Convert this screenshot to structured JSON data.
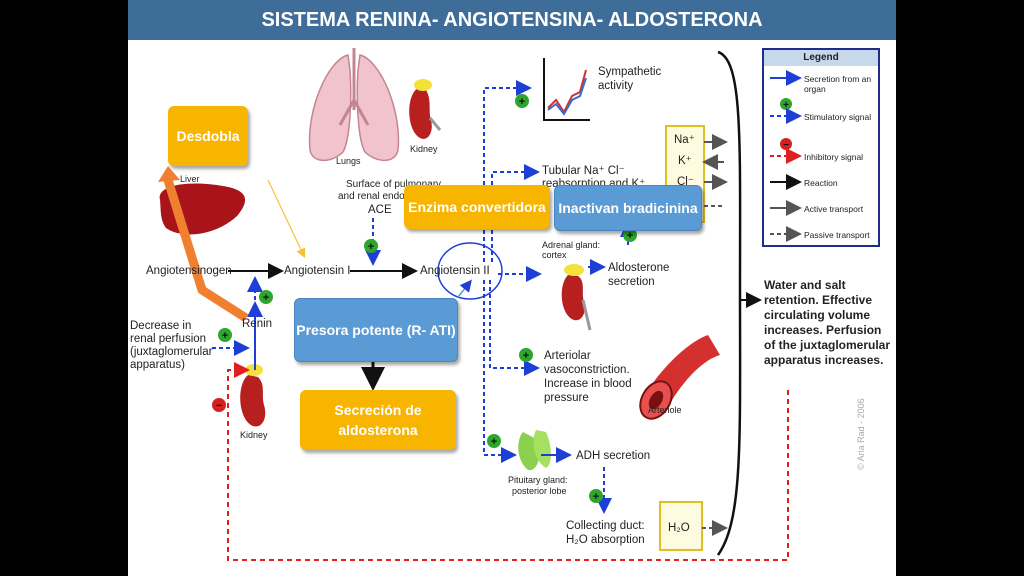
{
  "title": "SISTEMA RENINA- ANGIOTENSINA- ALDOSTERONA",
  "labels": {
    "lungs": "Lungs",
    "kidney_top": "Kidney",
    "kidney_bottom": "Kidney",
    "liver": "Liver",
    "surface_line1": "Surface of pulmonary",
    "surface_line2": "and renal endoth",
    "ace": "ACE",
    "angiotensinogen": "Angiotensinogen",
    "angiotensin_1": "Angiotensin I",
    "angiotensin_2": "Angiotensin II",
    "renin": "Renin",
    "decrease_line1": "Decrease in",
    "decrease_line2": "renal perfusion",
    "decrease_line3": "(juxtaglomerular",
    "decrease_line4": "apparatus)",
    "sympathetic_line1": "Sympathetic",
    "sympathetic_line2": "activity",
    "tubular_line1": "Tubular Na⁺ Cl⁻",
    "tubular_line2": "reabsorption and K⁺",
    "na": "Na⁺",
    "k": "K⁺",
    "cl": "Cl⁻",
    "adrenal_line1": "Adrenal gland:",
    "adrenal_line2": "cortex",
    "aldosterone_line1": "Aldosterone",
    "aldosterone_line2": "secretion",
    "arteriolar_line1": "Arteriolar",
    "arteriolar_line2": "vasoconstriction.",
    "arteriolar_line3": "Increase in blood",
    "arteriolar_line4": "pressure",
    "arteriole": "Arteriole",
    "adh": "ADH secretion",
    "pituitary_line1": "Pituitary gland:",
    "pituitary_line2": "posterior lobe",
    "collecting_line1": "Collecting duct:",
    "collecting_line2": "H₂O absorption",
    "h2o": "H₂O",
    "water_line1": "Water and salt",
    "water_line2": "retention. Effective",
    "water_line3": "circulating volume",
    "water_line4": "increases. Perfusion",
    "water_line5": "of the juxtaglomerular",
    "water_line6": "apparatus increases.",
    "copyright": "© Aria Rad - 2006"
  },
  "callouts": {
    "desdobla": "Desdobla",
    "enzima": "Enzima convertidora",
    "inactivan": "Inactivan bradicinina",
    "presora": "Presora potente (R- ATI)",
    "secrecion": "Secreción de aldosterona"
  },
  "legend": {
    "title": "Legend",
    "items": [
      {
        "label": "Secretion from an organ"
      },
      {
        "label": "Stimulatory signal"
      },
      {
        "label": "Inhibitory signal"
      },
      {
        "label": "Reaction"
      },
      {
        "label": "Active transport"
      },
      {
        "label": "Passive transport"
      }
    ]
  },
  "colors": {
    "title_bg": "#3e6d9a",
    "callout_yellow": "#f7b500",
    "callout_blue": "#5b9bd5",
    "stimulatory": "#1e3fd6",
    "inhibitory": "#e02020",
    "plus_green": "#2ea52e",
    "orange_arrow": "#f08030"
  }
}
